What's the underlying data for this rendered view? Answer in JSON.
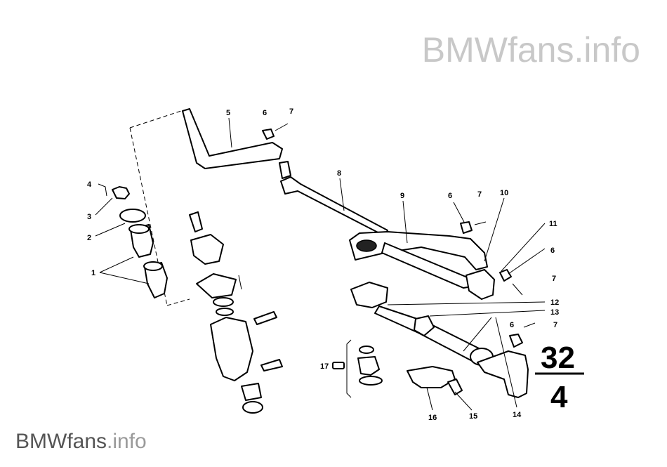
{
  "watermark": {
    "top": "BMWfans.info",
    "bottom_main": "BMWfans",
    "bottom_suffix": ".info"
  },
  "section_ref": {
    "top": "32",
    "bottom": "4"
  },
  "callouts": {
    "c1": "1",
    "c2": "2",
    "c3": "3",
    "c4": "4",
    "c5": "5",
    "c6a": "6",
    "c7a": "7",
    "c8": "8",
    "c9": "9",
    "c6b": "6",
    "c7b": "7",
    "c10": "10",
    "c11": "11",
    "c6c": "6",
    "c7c": "7",
    "c12": "12",
    "c13": "13",
    "c6d": "6",
    "c7d": "7",
    "c17": "17",
    "c16": "16",
    "c15": "15",
    "c14": "14"
  }
}
